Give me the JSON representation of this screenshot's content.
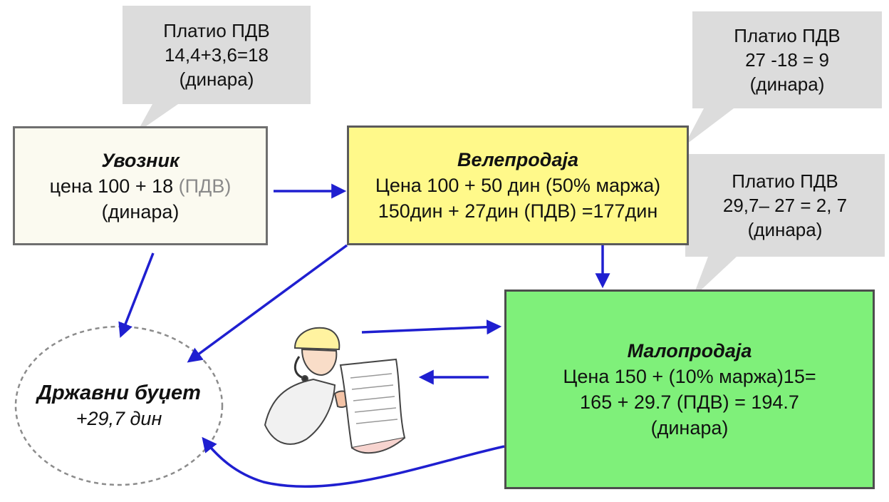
{
  "callout_importer": {
    "line1": "Платио ПДВ",
    "line2": "14,4+3,6=18",
    "line3": "(динара)"
  },
  "callout_wholesale": {
    "line1": "Платио ПДВ",
    "line2": "27 -18 = 9",
    "line3": "(динара)"
  },
  "callout_retail": {
    "line1": "Платио ПДВ",
    "line2": "29,7– 27 = 2, 7",
    "line3": "(динара)"
  },
  "importer": {
    "title": "Увозник",
    "line1_prefix": "цена 100 + 18 ",
    "line1_suffix": "(ПДВ)",
    "line2": "(динара)"
  },
  "wholesale": {
    "title": "Велепродаја",
    "line1": "Цена 100 + 50 дин (50% маржа)",
    "line2": "150дин + 27дин (ПДВ) =177дин"
  },
  "retail": {
    "title": "Малопродаја",
    "line1": "Цена 150 + (10% маржа)15=",
    "line2": "165 + 29.7 (ПДВ) = 194.7",
    "line3": "(динара)"
  },
  "budget": {
    "title": "Државни буџет",
    "amount": "+29,7 дин"
  },
  "colors": {
    "callout": "#dcdcdc",
    "importer": "#fbfaf0",
    "wholesale": "#fff98a",
    "retail": "#7ff07a",
    "arrow": "#1f1fd0"
  },
  "icons": {
    "customer": "person-reading-receipt-icon"
  }
}
